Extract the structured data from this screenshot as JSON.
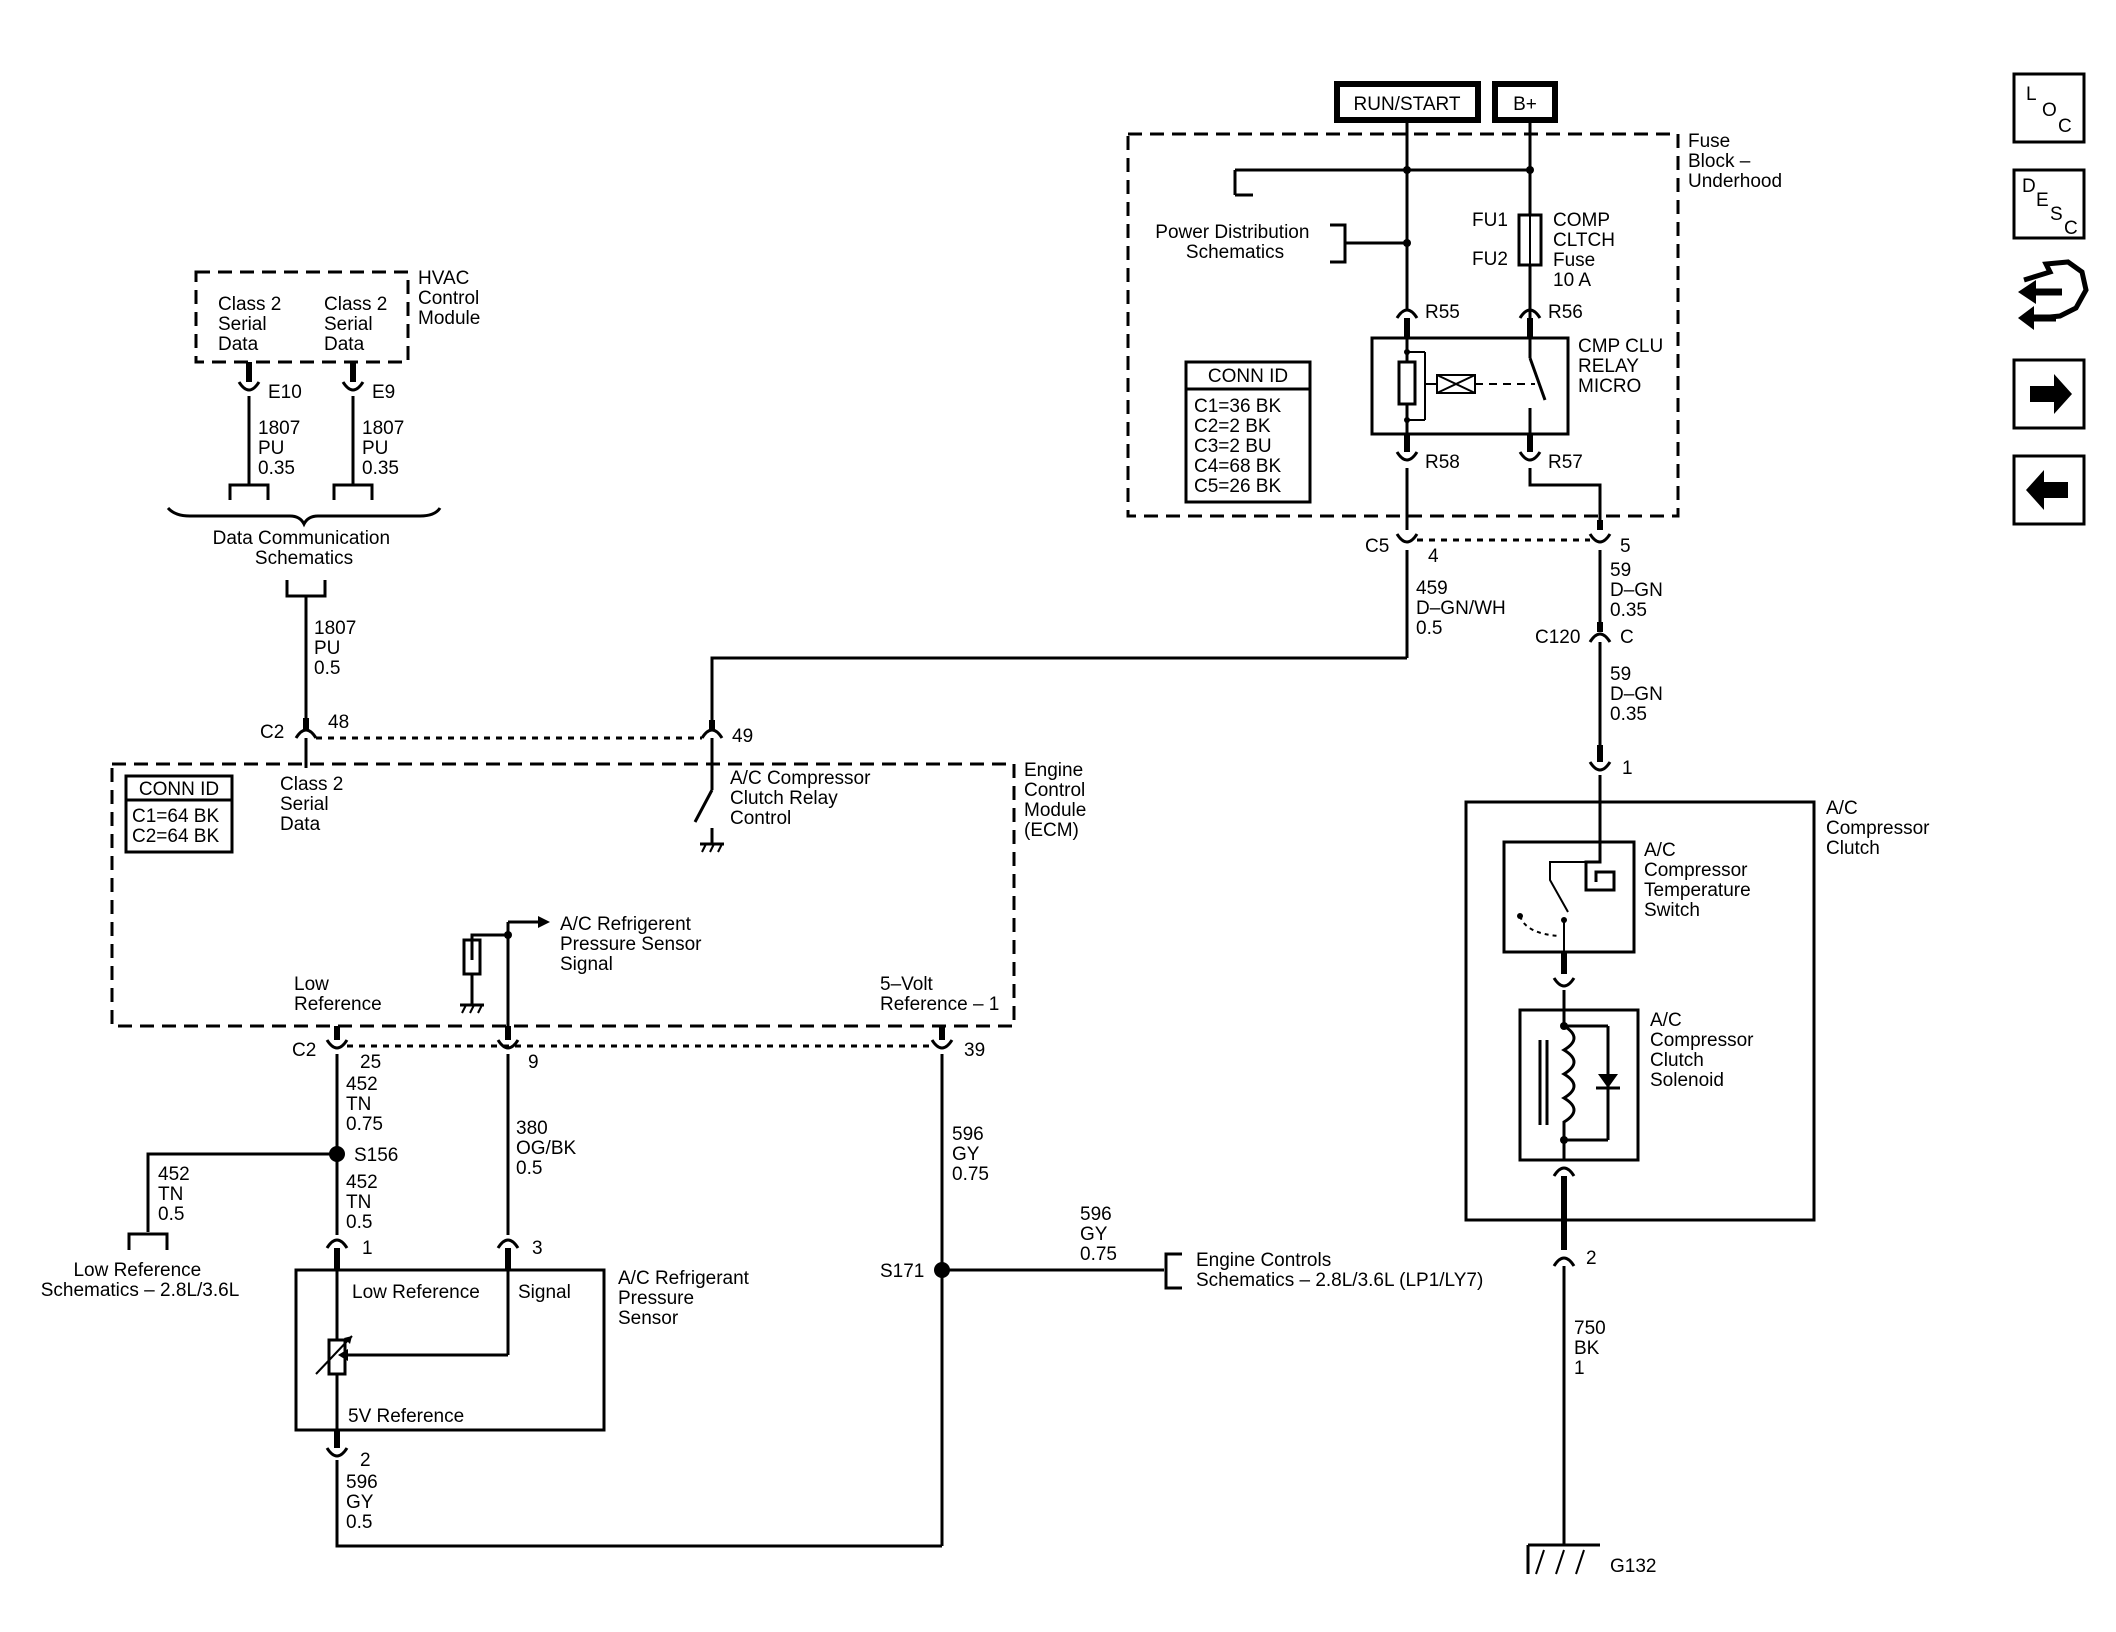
{
  "power": {
    "run_start": "RUN/START",
    "bplus": "B+"
  },
  "fuse_block": {
    "title": [
      "Fuse",
      "Block –",
      "Underhood"
    ],
    "power_dist": [
      "Power Distribution",
      "Schematics"
    ],
    "fu1": "FU1",
    "fu2": "FU2",
    "fuse": [
      "COMP",
      "CLTCH",
      "Fuse",
      "10 A"
    ],
    "r55": "R55",
    "r56": "R56",
    "r57": "R57",
    "r58": "R58",
    "relay": [
      "CMP CLU",
      "RELAY",
      "MICRO"
    ],
    "conn_id": {
      "header": "CONN ID",
      "rows": [
        "C1=36 BK",
        "C2=2 BK",
        "C3=2 BU",
        "C4=68 BK",
        "C5=26 BK"
      ]
    },
    "c5": "C5",
    "pin4": "4",
    "pin5": "5"
  },
  "hvac": {
    "title": [
      "HVAC",
      "Control",
      "Module"
    ],
    "ser1": [
      "Class 2",
      "Serial",
      "Data"
    ],
    "ser2": [
      "Class 2",
      "Serial",
      "Data"
    ],
    "e10": "E10",
    "e9": "E9",
    "wire1": [
      "1807",
      "PU",
      "0.35"
    ],
    "wire2": [
      "1807",
      "PU",
      "0.35"
    ],
    "data_comm": [
      "Data Communication",
      "Schematics"
    ],
    "wire3": [
      "1807",
      "PU",
      "0.5"
    ]
  },
  "ecm": {
    "title": [
      "Engine",
      "Control",
      "Module",
      "(ECM)"
    ],
    "conn_id": {
      "header": "CONN ID",
      "rows": [
        "C1=64 BK",
        "C2=64 BK"
      ]
    },
    "c2_top": "C2",
    "pin48": "48",
    "pin49": "49",
    "class2": [
      "Class 2",
      "Serial",
      "Data"
    ],
    "relay_ctrl": [
      "A/C Compressor",
      "Clutch Relay",
      "Control"
    ],
    "sensor_sig": [
      "A/C Refrigerent",
      "Pressure Sensor",
      "Signal"
    ],
    "low_ref": [
      "Low",
      "Reference"
    ],
    "five_volt": [
      "5–Volt",
      "Reference – 1"
    ],
    "c2_bot": "C2",
    "pin25": "25",
    "pin9": "9",
    "pin39": "39"
  },
  "wires": {
    "w459": [
      "459",
      "D–GN/WH",
      "0.5"
    ],
    "w59a": [
      "59",
      "D–GN",
      "0.35"
    ],
    "c120": "C120",
    "c120pin": "C",
    "w59b": [
      "59",
      "D–GN",
      "0.35"
    ],
    "pin1_clutch": "1",
    "w452a": [
      "452",
      "TN",
      "0.75"
    ],
    "s156": "S156",
    "w452b": [
      "452",
      "TN",
      "0.5"
    ],
    "w452c": [
      "452",
      "TN",
      "0.5"
    ],
    "low_ref_sch": [
      "Low Reference",
      "Schematics – 2.8L/3.6L"
    ],
    "w380": [
      "380",
      "OG/BK",
      "0.5"
    ],
    "w596a": [
      "596",
      "GY",
      "0.75"
    ],
    "s171": "S171",
    "w596b": [
      "596",
      "GY",
      "0.75"
    ],
    "eng_ctrl": [
      "Engine Controls",
      "Schematics – 2.8L/3.6L (LP1/LY7)"
    ],
    "w596c": [
      "596",
      "GY",
      "0.5"
    ],
    "w750": [
      "750",
      "BK",
      "1"
    ],
    "g132": "G132"
  },
  "sensor": {
    "title": [
      "A/C Refrigerant",
      "Pressure",
      "Sensor"
    ],
    "low_ref": "Low Reference",
    "signal": "Signal",
    "five_v": "5V Reference",
    "pin1": "1",
    "pin3": "3",
    "pin2": "2"
  },
  "clutch": {
    "title": [
      "A/C",
      "Compressor",
      "Clutch"
    ],
    "temp_sw": [
      "A/C",
      "Compressor",
      "Temperature",
      "Switch"
    ],
    "solenoid": [
      "A/C",
      "Compressor",
      "Clutch",
      "Solenoid"
    ],
    "pin2": "2"
  },
  "nav": {
    "loc": [
      "L",
      "O",
      "C"
    ],
    "desc": [
      "D",
      "E",
      "S",
      "C"
    ],
    "icons": [
      "harness-icon",
      "arrow-right-icon",
      "arrow-left-icon"
    ]
  }
}
